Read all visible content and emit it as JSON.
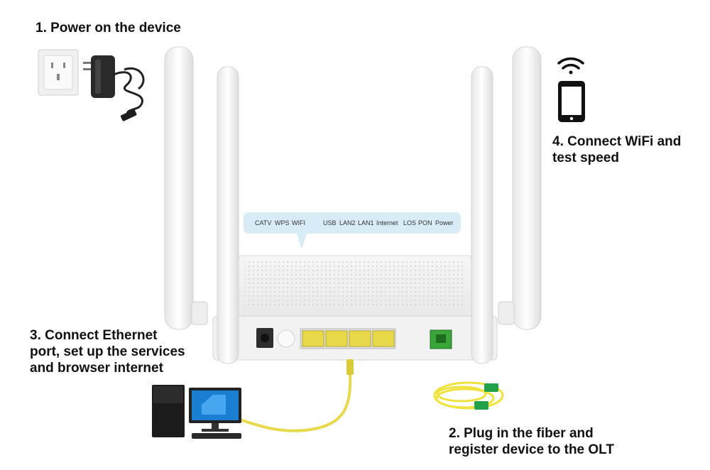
{
  "steps": {
    "step1": "1. Power on the device",
    "step2_line1": "2. Plug in the fiber and",
    "step2_line2": "register device to the OLT",
    "step3_line1": "3. Connect Ethernet",
    "step3_line2": "port, set up the services",
    "step3_line3": "and browser internet",
    "step4_line1": "4. Connect WiFi and",
    "step4_line2": "test speed"
  },
  "indicators": [
    "CATV",
    "WPS",
    "WIFI",
    "USB",
    "LAN2",
    "LAN1",
    "Internet",
    "LOS",
    "PON",
    "Power"
  ],
  "colors": {
    "callout_bg": "#d7ecf7",
    "lan_port": "#e8d94a",
    "pon_port": "#3aa63a",
    "fiber_cable": "#f0e23c",
    "fiber_connector": "#23a04a"
  }
}
